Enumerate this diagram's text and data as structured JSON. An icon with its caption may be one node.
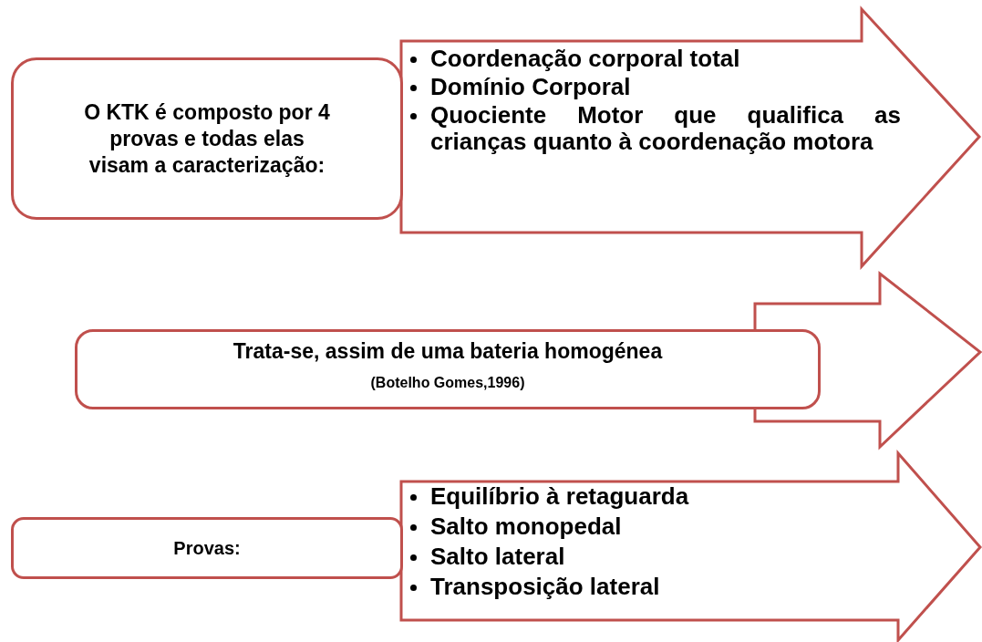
{
  "diagram": {
    "nodes": [
      {
        "text": [
          "O KTK é composto por 4 provas e todas elas visam a caracterização:"
        ]
      },
      {
        "text": [
          "Coordenação corporal total",
          "Domínio Corporal",
          "Quociente Motor que qualifica as crianças quanto à coordenação motora"
        ]
      },
      {
        "text": [
          "Trata-se, assim de uma bateria homogénea",
          "(Botelho Gomes,1996)"
        ]
      },
      {
        "text": [],
        "shape": "arrow"
      },
      {
        "text": [
          "Provas:"
        ]
      },
      {
        "text": [
          "Equilíbrio à retaguarda",
          "Salto monopedal",
          "Salto lateral",
          "Transposição lateral"
        ]
      }
    ]
  }
}
